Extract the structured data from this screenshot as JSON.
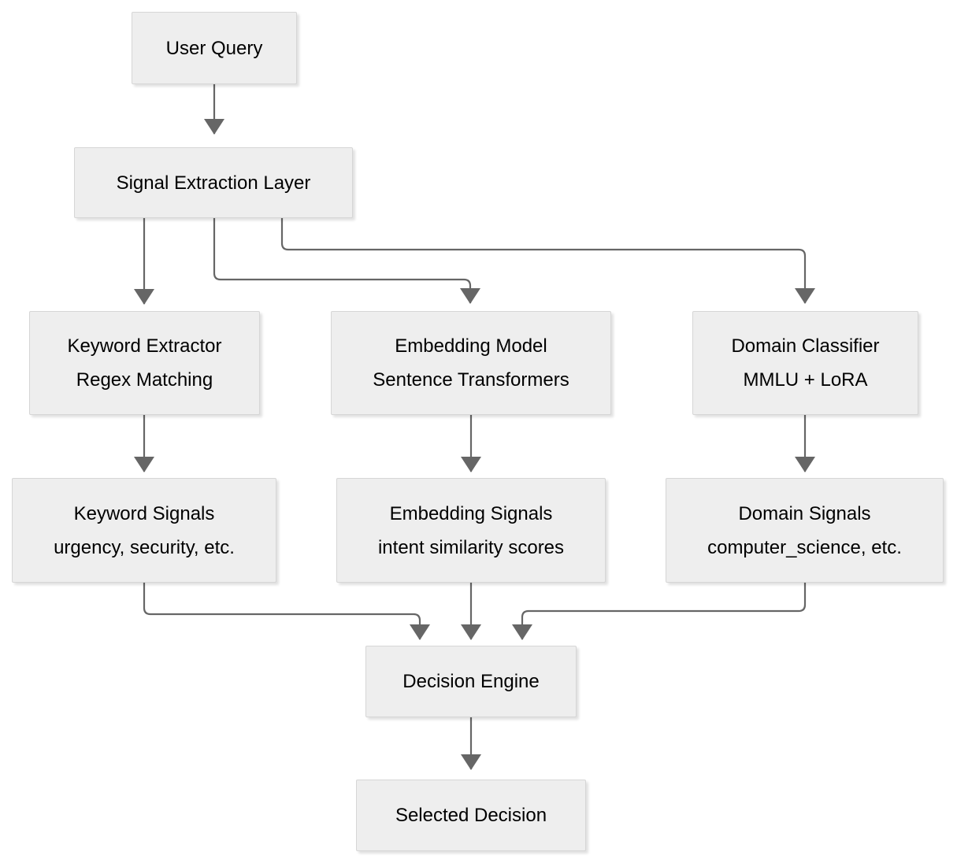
{
  "diagram": {
    "type": "flowchart",
    "colors": {
      "background": "#ffffff",
      "node_fill": "#eeeeee",
      "node_border": "#d6d6d6",
      "arrow": "#666666",
      "text": "#000000"
    },
    "nodes": [
      {
        "id": "user-query",
        "title": "User Query",
        "subtitle": ""
      },
      {
        "id": "signal-extraction-layer",
        "title": "Signal Extraction Layer",
        "subtitle": ""
      },
      {
        "id": "keyword-extractor",
        "title": "Keyword Extractor",
        "subtitle": "Regex Matching"
      },
      {
        "id": "embedding-model",
        "title": "Embedding Model",
        "subtitle": "Sentence Transformers"
      },
      {
        "id": "domain-classifier",
        "title": "Domain Classifier",
        "subtitle": "MMLU + LoRA"
      },
      {
        "id": "keyword-signals",
        "title": "Keyword Signals",
        "subtitle": "urgency, security, etc."
      },
      {
        "id": "embedding-signals",
        "title": "Embedding Signals",
        "subtitle": "intent similarity scores"
      },
      {
        "id": "domain-signals",
        "title": "Domain Signals",
        "subtitle": "computer_science, etc."
      },
      {
        "id": "decision-engine",
        "title": "Decision Engine",
        "subtitle": ""
      },
      {
        "id": "selected-decision",
        "title": "Selected Decision",
        "subtitle": ""
      }
    ],
    "edges": [
      {
        "from": "user-query",
        "to": "signal-extraction-layer"
      },
      {
        "from": "signal-extraction-layer",
        "to": "keyword-extractor"
      },
      {
        "from": "signal-extraction-layer",
        "to": "embedding-model"
      },
      {
        "from": "signal-extraction-layer",
        "to": "domain-classifier"
      },
      {
        "from": "keyword-extractor",
        "to": "keyword-signals"
      },
      {
        "from": "embedding-model",
        "to": "embedding-signals"
      },
      {
        "from": "domain-classifier",
        "to": "domain-signals"
      },
      {
        "from": "keyword-signals",
        "to": "decision-engine"
      },
      {
        "from": "embedding-signals",
        "to": "decision-engine"
      },
      {
        "from": "domain-signals",
        "to": "decision-engine"
      },
      {
        "from": "decision-engine",
        "to": "selected-decision"
      }
    ]
  }
}
